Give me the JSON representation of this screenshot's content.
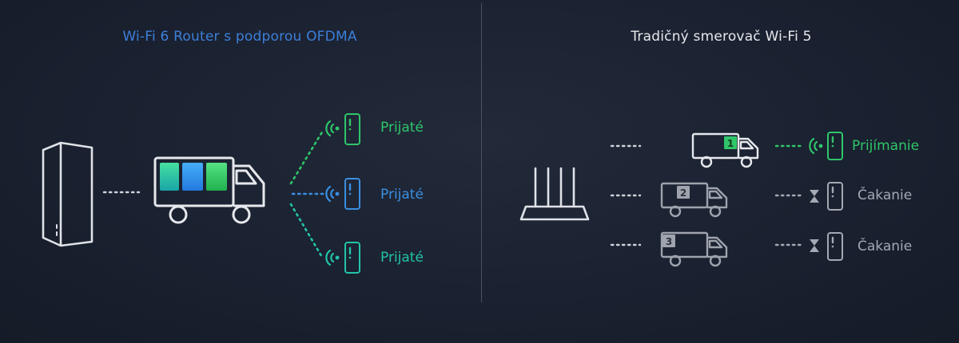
{
  "left": {
    "title": "Wi-Fi 6 Router s podporou OFDMA",
    "devices": [
      {
        "status": "Prijaté",
        "color": "#2fc66a"
      },
      {
        "status": "Prijaté",
        "color": "#3a8fe0"
      },
      {
        "status": "Prijaté",
        "color": "#22c4a8"
      }
    ]
  },
  "right": {
    "title": "Tradičný smerovač Wi-Fi 5",
    "queue": [
      {
        "package_number": "1",
        "status": "Prijímanie",
        "color": "#2fc66a"
      },
      {
        "package_number": "2",
        "status": "Čakanie",
        "color": "#a4a9b3"
      },
      {
        "package_number": "3",
        "status": "Čakanie",
        "color": "#a4a9b3"
      }
    ]
  },
  "icons": {
    "wifi6_router": "tower-router-icon",
    "wifi5_router": "antenna-router-icon",
    "truck": "delivery-truck-icon",
    "phone": "smartphone-icon",
    "signal": "wifi-signal-icon",
    "waiting": "hourglass-icon"
  },
  "colors": {
    "green": "#2fc66a",
    "blue": "#3a8fe0",
    "teal": "#22c4a8",
    "gray": "#a4a9b3",
    "icon_outline": "#dfe2e7",
    "background": "#1c2331"
  }
}
